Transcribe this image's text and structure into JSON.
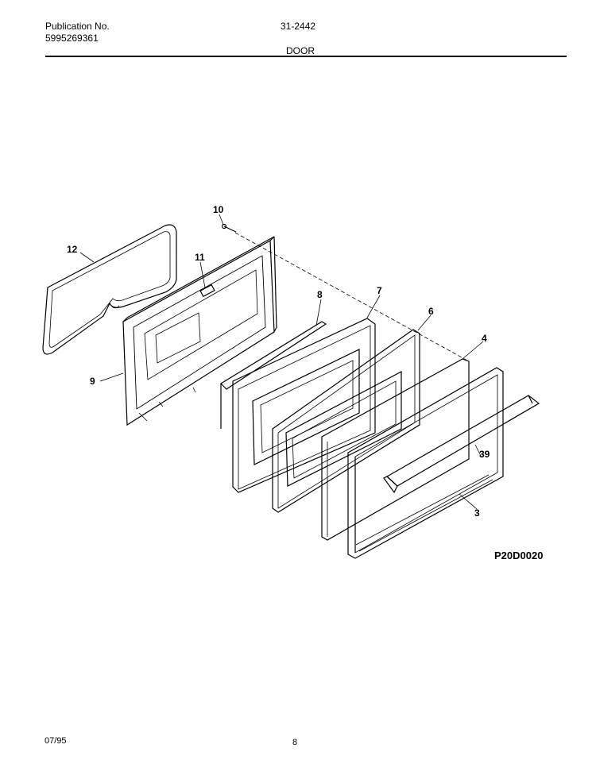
{
  "header": {
    "publication_label": "Publication No.",
    "publication_number": "5995269361",
    "model": "31-2442",
    "section_title": "DOOR"
  },
  "diagram": {
    "callouts": [
      "10",
      "12",
      "11",
      "9",
      "8",
      "7",
      "6",
      "4",
      "39",
      "3"
    ],
    "figure_code": "P20D0020"
  },
  "footer": {
    "date": "07/95",
    "page": "8"
  }
}
